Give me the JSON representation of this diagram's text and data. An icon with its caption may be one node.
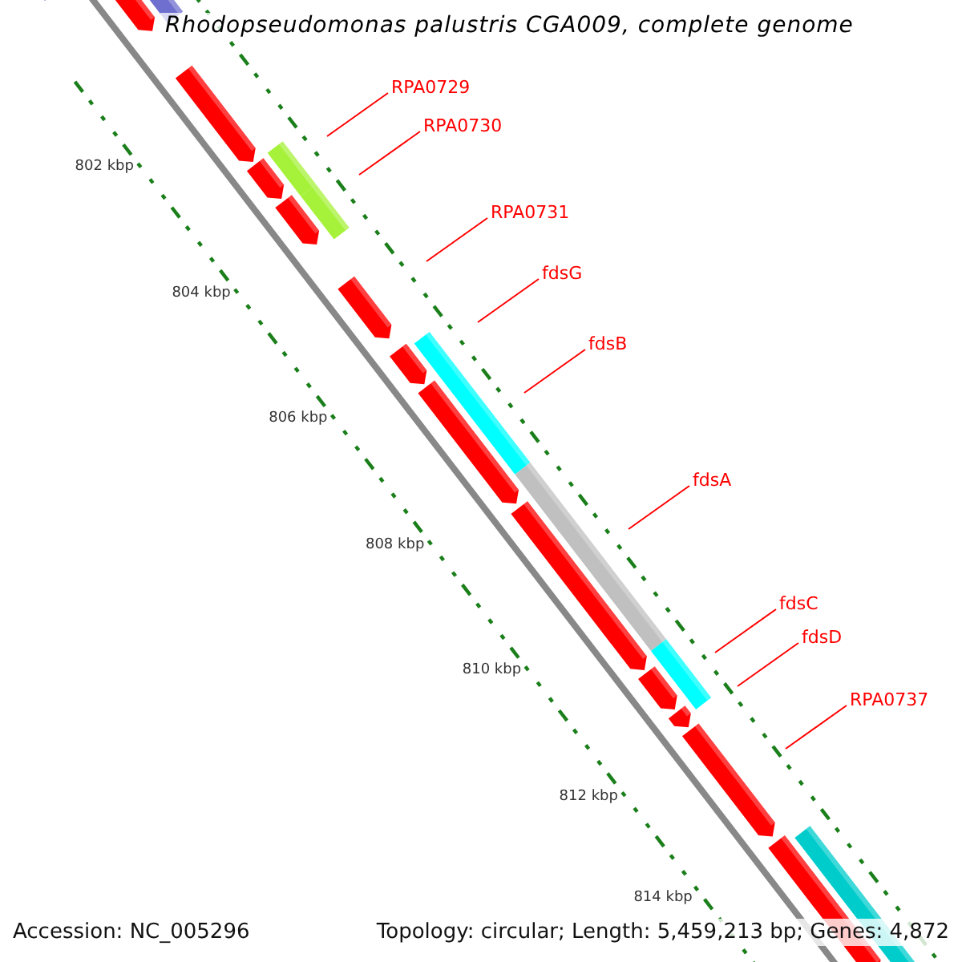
{
  "diagram": {
    "title": "Rhodopseudomonas palustris CGA009, complete genome",
    "nodes": [
      {
        "text": [
          "RPA0729"
        ]
      },
      {
        "text": [
          "RPA0730"
        ]
      },
      {
        "text": [
          "RPA0731"
        ]
      },
      {
        "text": [
          "fdsG"
        ]
      },
      {
        "text": [
          "fdsB"
        ]
      },
      {
        "text": [
          "fdsA"
        ]
      },
      {
        "text": [
          "fdsC"
        ]
      },
      {
        "text": [
          "fdsD"
        ]
      },
      {
        "text": [
          "RPA0737"
        ]
      }
    ],
    "edges": [
      {
        "from": 0,
        "to": null,
        "arrow": "none"
      },
      {
        "from": 1,
        "to": null,
        "arrow": "none"
      },
      {
        "from": 2,
        "to": null,
        "arrow": "none"
      },
      {
        "from": 3,
        "to": null,
        "arrow": "none"
      },
      {
        "from": 4,
        "to": null,
        "arrow": "none"
      },
      {
        "from": 5,
        "to": null,
        "arrow": "none"
      },
      {
        "from": 6,
        "to": null,
        "arrow": "none"
      },
      {
        "from": 7,
        "to": null,
        "arrow": "none"
      },
      {
        "from": 8,
        "to": null,
        "arrow": "none"
      }
    ],
    "labels": [
      "802 kbp",
      "804 kbp",
      "806 kbp",
      "808 kbp",
      "810 kbp",
      "812 kbp",
      "814 kbp",
      "Accession: NC_005296",
      "Topology: circular; Length: 5,459,213 bp; Genes: 4,872"
    ]
  }
}
